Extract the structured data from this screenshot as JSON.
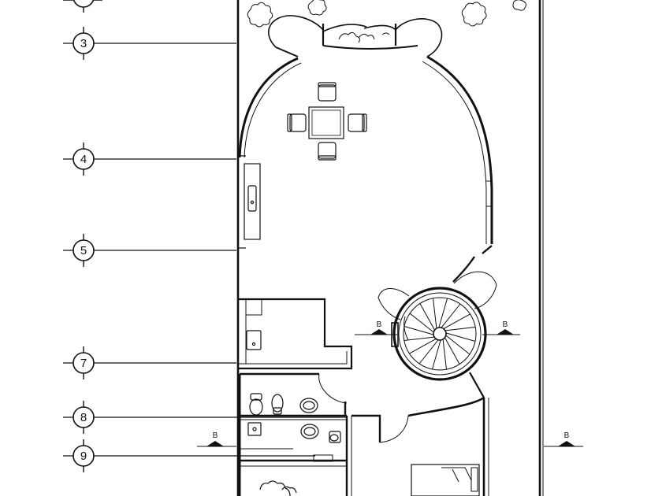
{
  "grid_axes": [
    {
      "label": "",
      "level": "top-partial"
    },
    {
      "label": "3"
    },
    {
      "label": "4"
    },
    {
      "label": "5"
    },
    {
      "label": "7"
    },
    {
      "label": "8"
    },
    {
      "label": "9"
    }
  ],
  "section_marks": [
    {
      "label": "B",
      "position": "left-upper"
    },
    {
      "label": "B",
      "position": "center-right"
    },
    {
      "label": "B",
      "position": "left-lower"
    },
    {
      "label": "B",
      "position": "right-lower"
    }
  ],
  "colors": {
    "line": "#111111",
    "background": "#ffffff"
  }
}
